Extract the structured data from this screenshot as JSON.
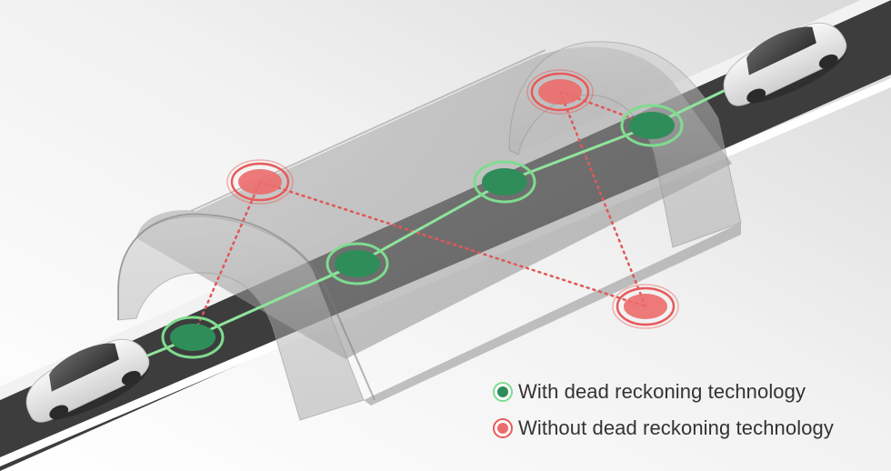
{
  "colors": {
    "with_fill": "#2f8d59",
    "with_ring": "#7fdc8f",
    "with_line": "#8fe49c",
    "without_fill": "#ec6b6b",
    "without_ring": "#e85a5a",
    "without_line": "#e05858",
    "road": "#3f3f3f",
    "road_stripe": "#ffffff",
    "tunnel": "#8a8a8a"
  },
  "legend": {
    "with_label": "With dead reckoning technology",
    "without_label": "Without dead reckoning technology"
  },
  "diagram": {
    "nodes_with_technology": 4,
    "nodes_without_technology": 3,
    "vehicles": 2
  }
}
